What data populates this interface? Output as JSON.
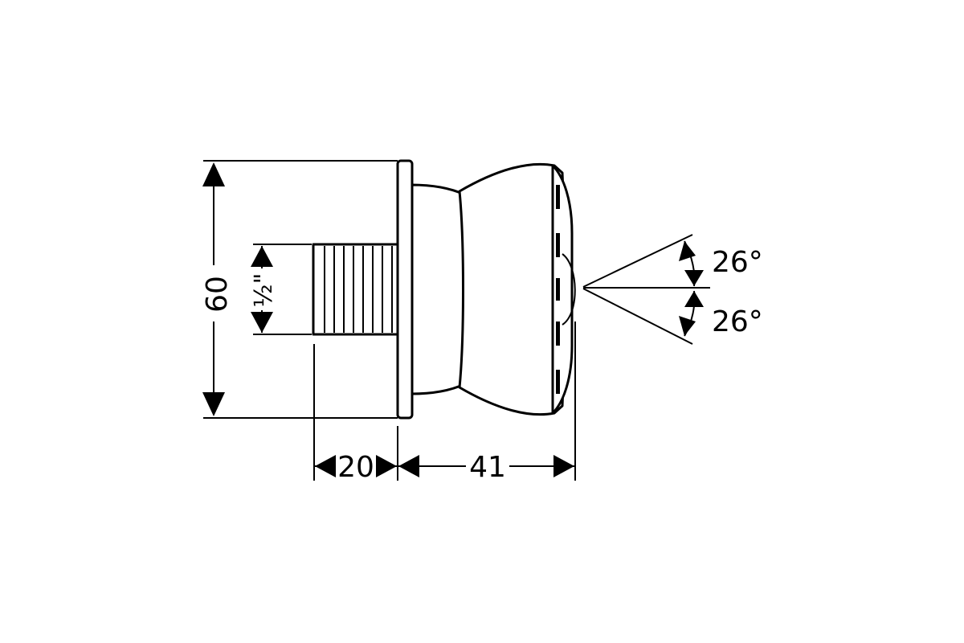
{
  "diagram": {
    "dimensions": {
      "height": "60",
      "thread": "½\"",
      "depth_rear": "20",
      "depth_front": "41",
      "angle_upper": "26°",
      "angle_lower": "26°"
    },
    "colors": {
      "line": "#000000",
      "background": "#ffffff"
    }
  }
}
